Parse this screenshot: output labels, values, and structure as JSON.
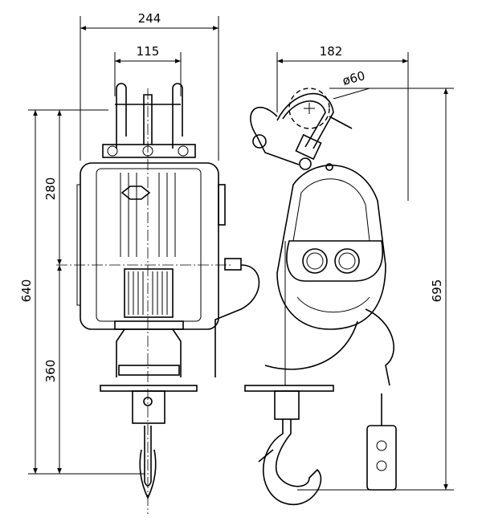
{
  "dimensions": {
    "overall_width": "244",
    "hook_width": "115",
    "side_width": "182",
    "hook_diameter": "ø60",
    "upper_height": "280",
    "total_height": "640",
    "lower_height": "360",
    "side_height": "695"
  }
}
